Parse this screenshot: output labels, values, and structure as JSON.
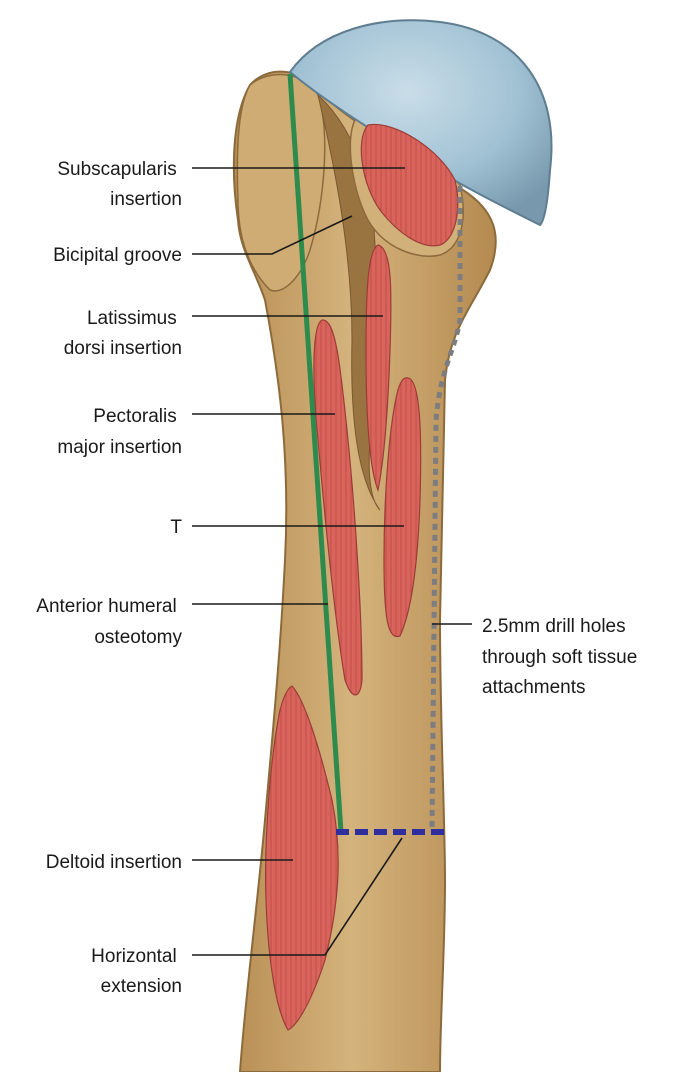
{
  "labels": {
    "subscapularis": [
      "Subscapularis",
      "insertion"
    ],
    "bicipital": [
      "Bicipital groove"
    ],
    "latissimus": [
      "Latissimus",
      "dorsi insertion"
    ],
    "pectoralis": [
      "Pectoralis",
      "major insertion"
    ],
    "t": [
      "T"
    ],
    "osteotomy": [
      "Anterior humeral",
      "osteotomy"
    ],
    "drill": [
      "2.5mm drill holes",
      "through soft tissue",
      "attachments"
    ],
    "deltoid": [
      "Deltoid insertion"
    ],
    "horizontal": [
      "Horizontal",
      "extension"
    ]
  },
  "colors": {
    "bone": "#c9a56e",
    "bone_dark": "#8c6a3c",
    "muscle": "#d9645c",
    "head": "#9ec0d2",
    "osteotomy_line": "#2e8b4e",
    "drill_line": "#7d7d80",
    "extension_line": "#2e2e9e"
  }
}
